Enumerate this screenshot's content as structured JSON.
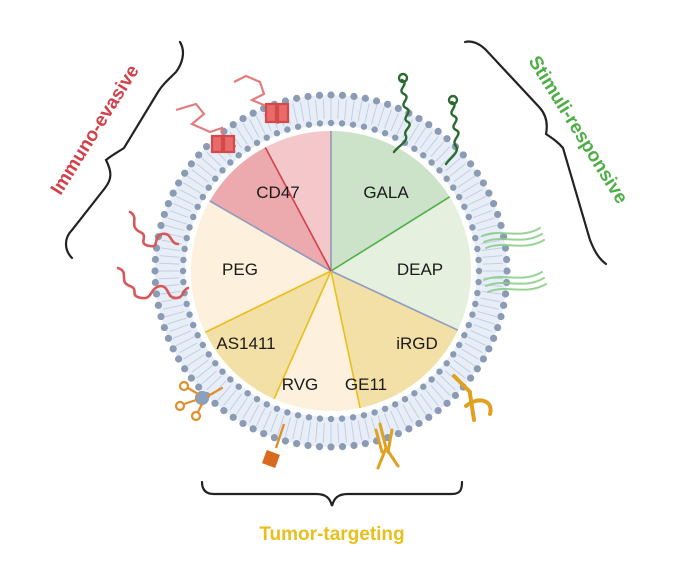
{
  "groups": {
    "immuno": {
      "label": "Immuno-evasive",
      "color": "#d2414a"
    },
    "stimuli": {
      "label": "Stimuli-responsive",
      "color": "#4fae48"
    },
    "tumor": {
      "label": "Tumor-targeting",
      "color": "#e9bf1c"
    }
  },
  "segments": [
    {
      "label": "GALA",
      "fill": "#cde3c9",
      "group": "stimuli"
    },
    {
      "label": "DEAP",
      "fill": "#e5f0df",
      "group": "stimuli"
    },
    {
      "label": "iRGD",
      "fill": "#f3e0a6",
      "group": "tumor"
    },
    {
      "label": "GE11",
      "fill": "#fdf0dc",
      "group": "tumor"
    },
    {
      "label": "RVG",
      "fill": "#f3e0a6",
      "group": "tumor"
    },
    {
      "label": "AS1411",
      "fill": "#fdf0dc",
      "group": "tumor"
    },
    {
      "label": "PEG",
      "fill": "#eca9ae",
      "group": "immuno"
    },
    {
      "label": "CD47",
      "fill": "#f4c8ca",
      "group": "immuno"
    }
  ],
  "colors": {
    "membrane": "#8a9bb3",
    "divider": "#8f9bbd",
    "ligand_orange": "#e0902a",
    "ligand_dark": "#d86a1e"
  }
}
